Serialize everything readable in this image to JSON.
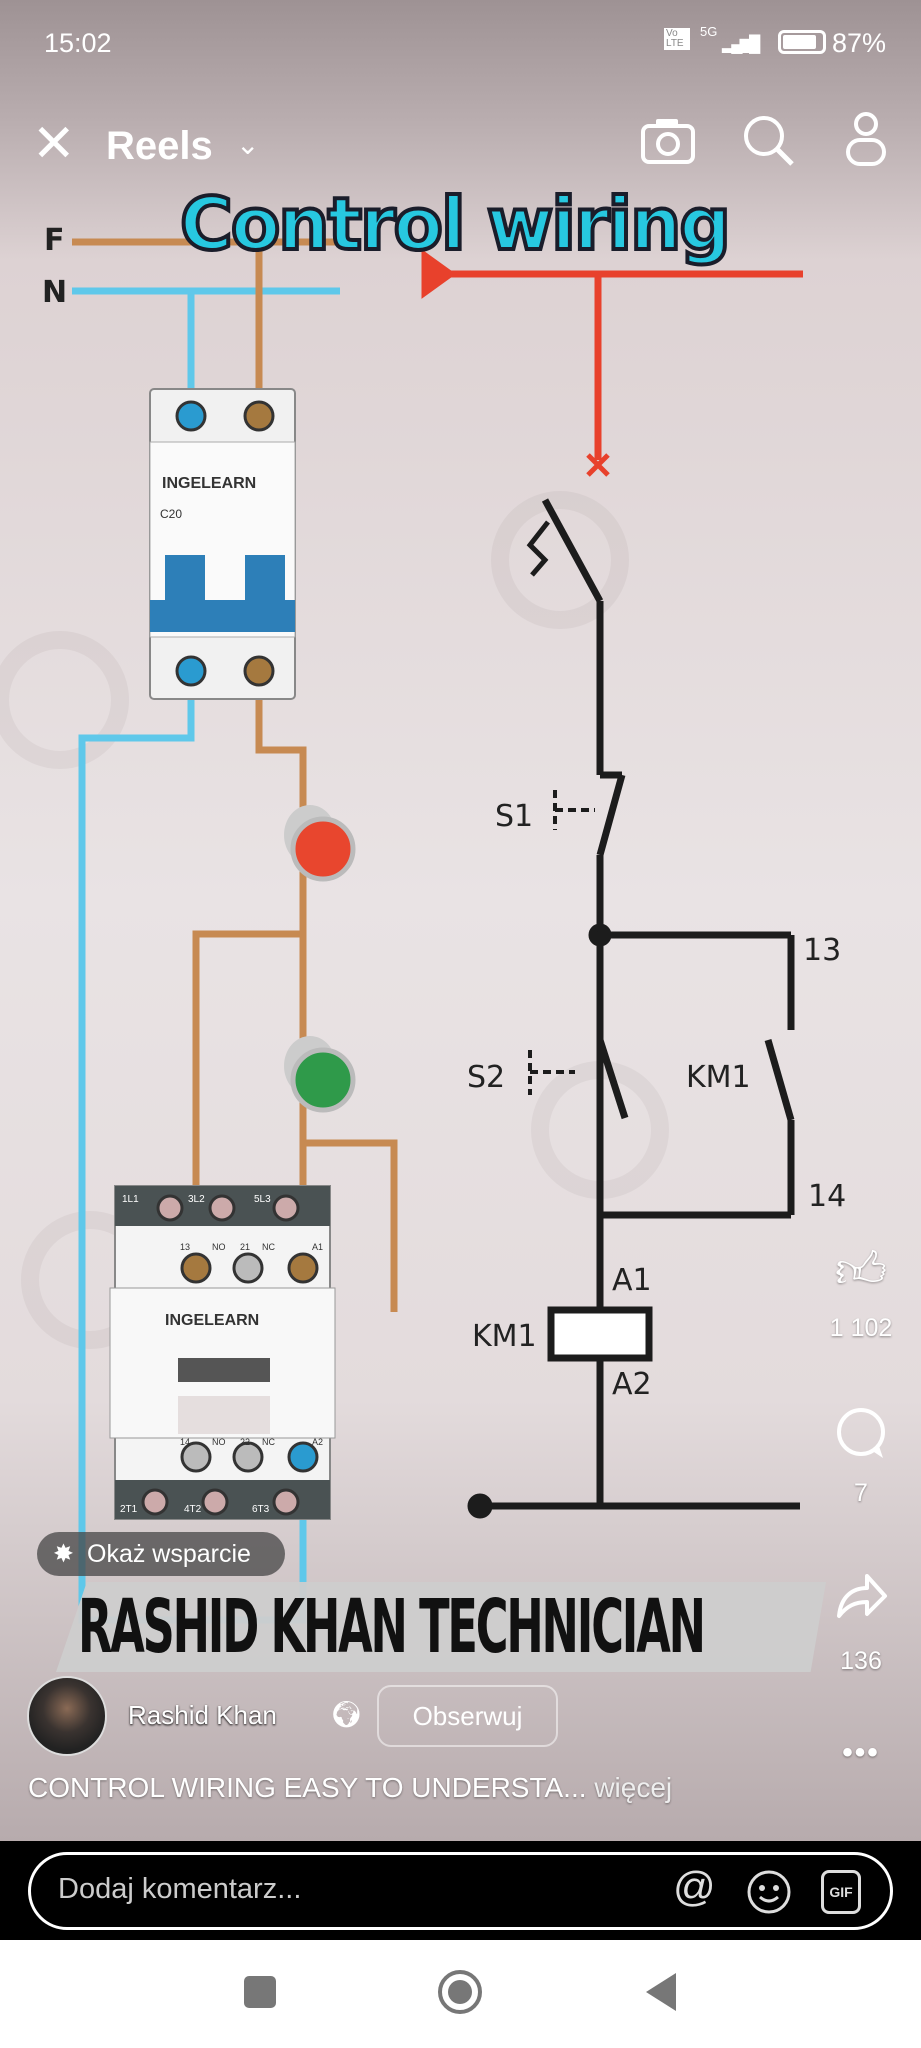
{
  "status_bar": {
    "time": "15:02",
    "network": "5G",
    "volte": "Vo LTE",
    "battery": "87%"
  },
  "top_bar": {
    "close_icon": "close-icon",
    "title": "Reels",
    "icons": [
      "camera-icon",
      "search-icon",
      "profile-icon"
    ]
  },
  "video": {
    "overlay_title": "Control wiring",
    "watermark": "INGELEARN",
    "diagram": {
      "supply_labels": [
        "F",
        "N"
      ],
      "breaker_brand": "INGELEARN",
      "breaker_model": "C20",
      "contactor_brand": "INGELEARN",
      "contactor_top_terminals": [
        "1L1",
        "3L2",
        "5L3"
      ],
      "contactor_aux_labels": [
        "13",
        "NO",
        "21",
        "NC",
        "A1"
      ],
      "contactor_bottom_aux_labels": [
        "14",
        "NO",
        "22",
        "NC",
        "A2"
      ],
      "contactor_bottom_terminals": [
        "2T1",
        "4T2",
        "6T3"
      ],
      "schematic_labels": {
        "s1": "S1",
        "s2": "S2",
        "km1_contact": "KM1",
        "t13": "13",
        "t14": "14",
        "a1": "A1",
        "coil": "KM1",
        "a2": "A2"
      },
      "colors": {
        "phase": "#e8412c",
        "neutral": "#5fc8ea",
        "wire_brown": "#c78a52",
        "red_button": "#e8462e",
        "green_button": "#2f9a4a"
      }
    },
    "banner_text": "RASHID KHAN TECHNICIAN"
  },
  "actions": {
    "likes": "1 102",
    "comments": "7",
    "shares": "136"
  },
  "support_button": "Okaż wsparcie",
  "author": {
    "name": "Rashid Khan",
    "follow_label": "Obserwuj"
  },
  "caption": {
    "text": "CONTROL WIRING EASY TO UNDERSTA...",
    "more": "więcej"
  },
  "comment": {
    "placeholder": "Dodaj komentarz...",
    "icons": [
      "at-icon",
      "emoji-icon",
      "gif-icon"
    ],
    "gif": "GIF"
  },
  "nav": [
    "recents-button",
    "home-button",
    "back-button"
  ]
}
